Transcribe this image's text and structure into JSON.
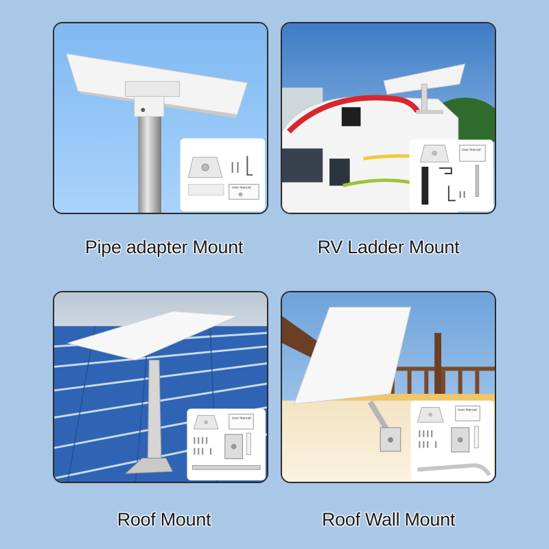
{
  "panels": [
    {
      "caption": "Pipe adapter Mount",
      "kit_label": "User Manual"
    },
    {
      "caption": "RV Ladder Mount",
      "kit_label": "User Manual"
    },
    {
      "caption": "Roof Mount",
      "kit_label": "User Manual"
    },
    {
      "caption": "Roof Wall Mount",
      "kit_label": "User Manual"
    }
  ],
  "colors": {
    "page_background": "#a9c7e6",
    "sky_blue": "#8fc3f4",
    "roof_blue": "#2f64b4",
    "rv_red_stripe": "#d8262e"
  }
}
